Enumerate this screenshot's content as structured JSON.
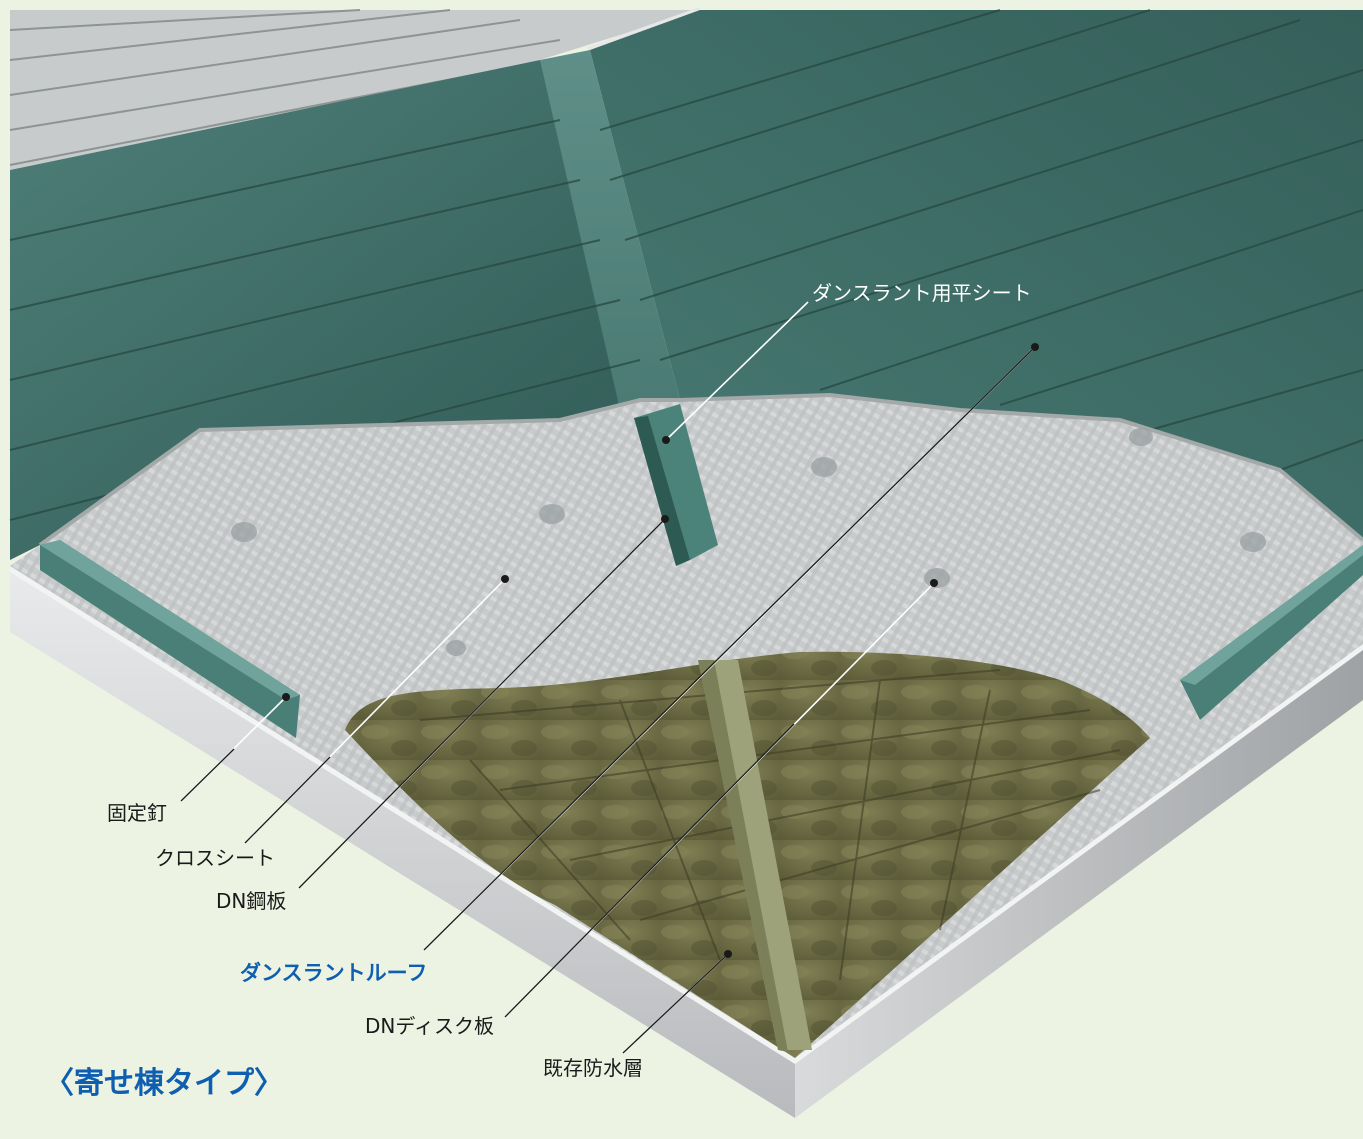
{
  "callouts": {
    "top_sheet": "ダンスラント用平シート",
    "nail": "固定釘",
    "cross_sheet": "クロスシート",
    "steel_plate": "DN鋼板",
    "roof": "ダンスラントルーフ",
    "disc_plate": "DNディスク板",
    "existing_layer": "既存防水層"
  },
  "caption": "〈寄せ棟タイプ〉",
  "colors": {
    "background": "#edf3e3",
    "roof_sheet": "#3f6e68",
    "cross_sheet": "#c9cccd",
    "existing_layer": "#6e6d45",
    "caption": "#0e5fb0"
  }
}
